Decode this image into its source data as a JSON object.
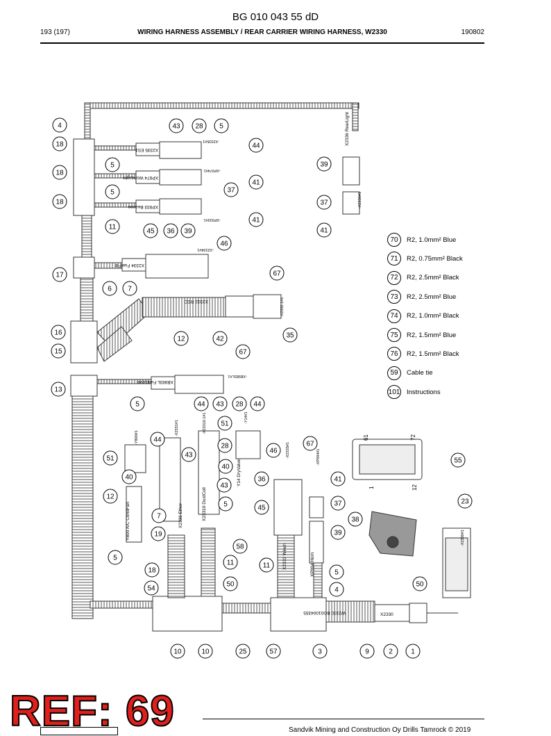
{
  "header": {
    "doc_code": "BG 010 043 55 dD",
    "page": "193 (197)",
    "title": "WIRING HARNESS ASSEMBLY / REAR CARRIER WIRING HARNESS, W2330",
    "date": "190802"
  },
  "legend": [
    {
      "num": "70",
      "text": "R2, 1.0mm² Blue"
    },
    {
      "num": "71",
      "text": "R2, 0.75mm² Black"
    },
    {
      "num": "72",
      "text": "R2, 2.5mm² Black"
    },
    {
      "num": "73",
      "text": "R2, 2.5mm² Blue"
    },
    {
      "num": "74",
      "text": "R2, 1.0mm² Black"
    },
    {
      "num": "75",
      "text": "R2, 1.5mm² Blue"
    },
    {
      "num": "76",
      "text": "R2, 1.5mm² Black"
    },
    {
      "num": "59",
      "text": "Cable tie"
    },
    {
      "num": "101",
      "text": "Instructions"
    }
  ],
  "callouts": [
    "4",
    "43",
    "28",
    "5",
    "18",
    "44",
    "5",
    "39",
    "18",
    "41",
    "5",
    "37",
    "18",
    "37",
    "41",
    "11",
    "45",
    "36",
    "39",
    "41",
    "46",
    "17",
    "67",
    "6",
    "7",
    "16",
    "12",
    "42",
    "35",
    "15",
    "67",
    "13",
    "5",
    "44",
    "43",
    "28",
    "44",
    "51",
    "44",
    "28",
    "67",
    "51",
    "43",
    "40",
    "46",
    "55",
    "40",
    "36",
    "41",
    "12",
    "43",
    "5",
    "45",
    "37",
    "23",
    "7",
    "38",
    "19",
    "39",
    "58",
    "5",
    "18",
    "11",
    "11",
    "5",
    "50",
    "54",
    "50",
    "4",
    "10",
    "10",
    "25",
    "57",
    "3",
    "9",
    "2",
    "1"
  ],
  "connector_labels": [
    "X2335 ES1",
    "XP974 WorkLight",
    "XP933 Beacon",
    "X2334 FuelFill",
    "X2332 REC",
    "X2336 RearLight",
    "XB983L FuelLevel",
    "Y800 A/C CondFan",
    "X2331 Ether",
    "X23310 DustColl",
    "Y14 DryValve",
    "X2333 Winch",
    "XP994 Horn",
    "W2330 BG01004355",
    "X2330"
  ],
  "wire_labels": [
    "-X2335#1",
    "-XP974#1",
    "-XP933#1",
    "-X2334#1",
    "-X2332.1#1",
    "-X2336#1",
    "-XB983L#1",
    "-Y800#1",
    "-X2331#1",
    "-X23310.1#1",
    "-Y14#1",
    "-X2333#1",
    "-XP994#1",
    "-X2330#1"
  ],
  "connector_pins": [
    "61",
    "72",
    "1",
    "12"
  ],
  "ref_stamp": "REF: 69",
  "footer": "Sandvik Mining and Construction Oy Drills Tamrock © 2019"
}
